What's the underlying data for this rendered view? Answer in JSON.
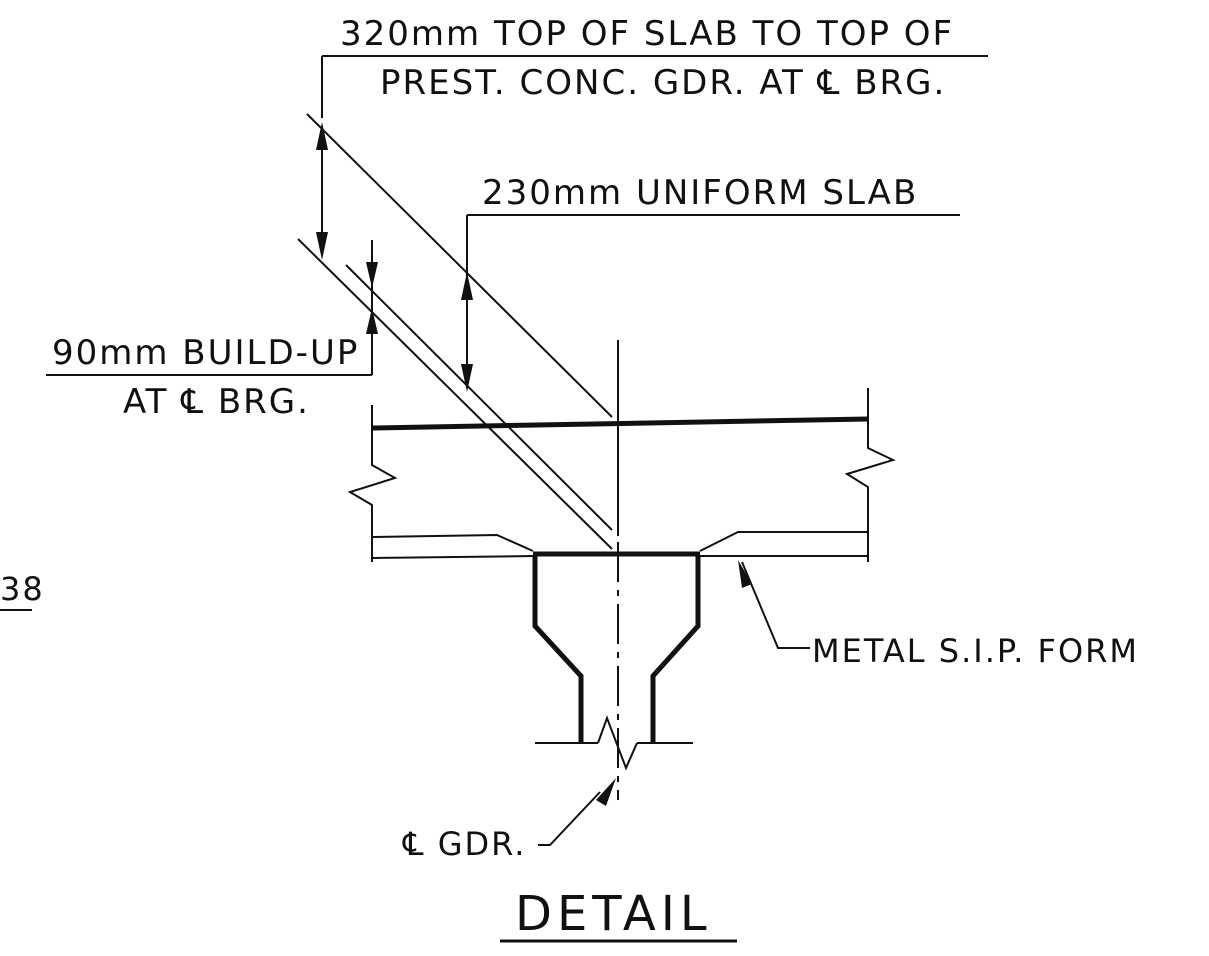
{
  "notes": {
    "top_dim_line1": "320mm TOP OF SLAB TO TOP OF",
    "top_dim_line2": "PREST. CONC. GDR. AT ℄ BRG.",
    "uniform_slab": "230mm UNIFORM SLAB",
    "buildup_line1": "90mm BUILD-UP",
    "buildup_line2": "AT ℄ BRG.",
    "metal_form": "METAL S.I.P. FORM",
    "girder_cl": "℄ GDR.",
    "edge_number": "38"
  },
  "title": "DETAIL",
  "colors": {
    "ink": "#111111",
    "background": "#ffffff"
  }
}
